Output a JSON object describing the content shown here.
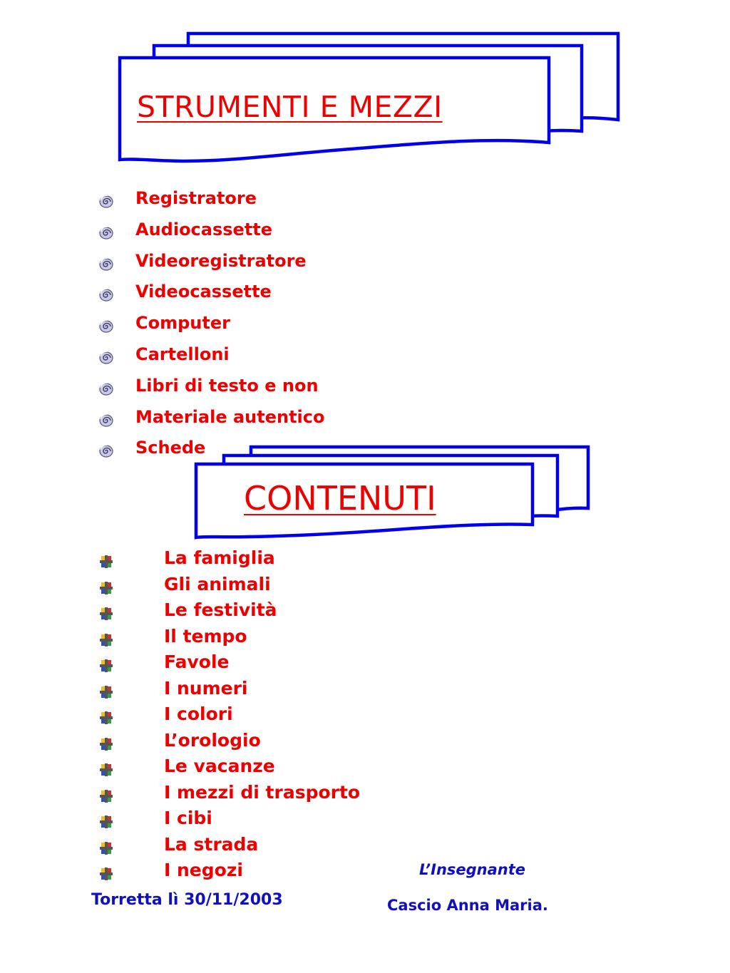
{
  "sections": {
    "tools": {
      "title": "STRUMENTI E MEZZI",
      "items": [
        "Registratore",
        "Audiocassette",
        "Videoregistratore",
        "Videocassette",
        "Computer",
        "Cartelloni",
        "Libri di testo e non",
        "Materiale autentico",
        "Schede"
      ],
      "bullet_icon": "spiral-icon"
    },
    "contents": {
      "title": "CONTENUTI",
      "items": [
        "La famiglia",
        "Gli animali",
        "Le festività",
        "Il tempo",
        "Favole",
        "I numeri",
        "I colori",
        "L’orologio",
        "Le vacanze",
        "I mezzi di trasporto",
        "I cibi",
        "La strada",
        "I negozi"
      ],
      "bullet_icon": "cross-icon"
    }
  },
  "footer": {
    "place_date": "Torretta lì 30/11/2003",
    "signature_role": "L’Insegnante",
    "signature_name": "Cascio Anna Maria."
  },
  "colors": {
    "title_red": "#ee0000",
    "item_red": "#ee0000",
    "banner_blue": "#0000ee",
    "footer_blue": "#1010c0"
  }
}
